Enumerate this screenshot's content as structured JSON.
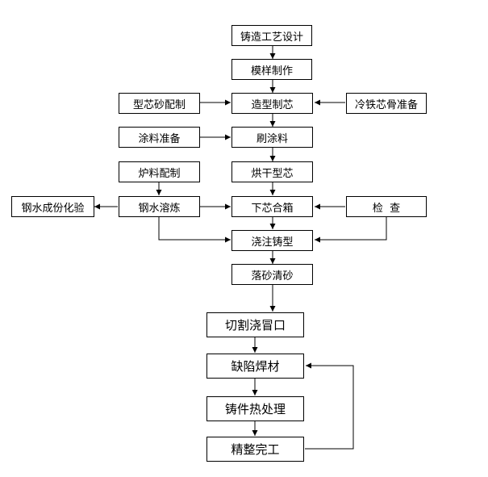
{
  "diagram": {
    "nodes": {
      "casting_design": "铸造工艺设计",
      "pattern_making": "模样制作",
      "core_sand_mixing": "型芯砂配制",
      "molding_coremaking": "造型制芯",
      "chill_core_prep": "冷铁芯骨准备",
      "coating_prep": "涂料准备",
      "brush_coating": "刷涂料",
      "furnace_charge": "炉料配制",
      "dry_molds": "烘干型芯",
      "steel_analysis": "钢水成份化验",
      "steel_melting": "钢水溶炼",
      "core_closing": "下芯合箱",
      "inspection": "检  查",
      "pouring": "浇注铸型",
      "shakeout": "落砂清砂",
      "riser_cutting": "切割浇冒口",
      "defect_welding": "缺陷焊材",
      "heat_treatment": "铸件热处理",
      "finishing": "精整完工"
    }
  }
}
